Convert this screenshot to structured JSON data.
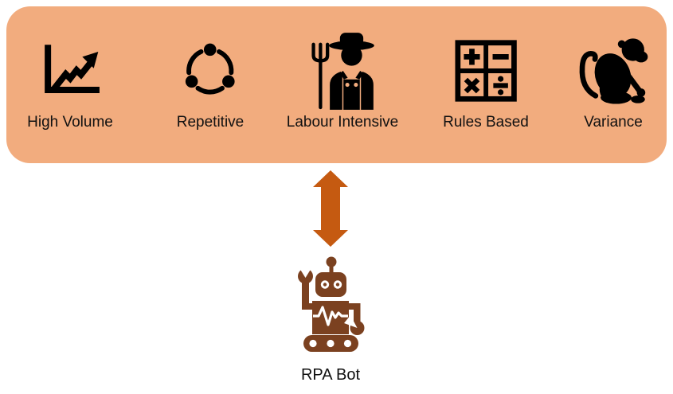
{
  "colors": {
    "page_bg": "#FFFFFF",
    "panel_bg": "#F2AC7E",
    "icon_color": "#000000",
    "text_color": "#111111",
    "arrow_color": "#C55A11",
    "robot_color": "#7B4120"
  },
  "panel": {
    "items": [
      {
        "label": "High Volume",
        "icon": "line-chart-icon"
      },
      {
        "label": "Repetitive",
        "icon": "cycle-icon"
      },
      {
        "label": "Labour Intensive",
        "icon": "farmer-icon"
      },
      {
        "label": "Rules Based",
        "icon": "calculator-icon"
      },
      {
        "label": "Variance",
        "icon": "monkey-icon"
      }
    ]
  },
  "connector": {
    "icon": "up-down-arrow-icon"
  },
  "bot": {
    "icon": "robot-icon",
    "label": "RPA Bot"
  }
}
